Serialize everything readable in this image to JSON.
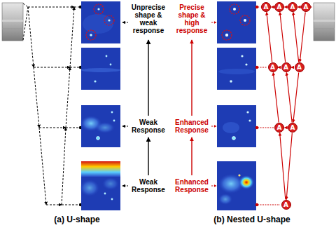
{
  "diagram": {
    "nodes": [
      {
        "text": [
          "A"
        ]
      },
      {
        "text": [
          "A"
        ]
      },
      {
        "text": [
          "A"
        ]
      },
      {
        "text": [
          "A"
        ]
      },
      {
        "text": [
          "A"
        ]
      },
      {
        "text": [
          "A"
        ]
      },
      {
        "text": [
          "A"
        ]
      },
      {
        "text": [
          "A"
        ]
      },
      {
        "text": [
          "A"
        ]
      },
      {
        "text": [
          "A"
        ]
      }
    ],
    "edges": [
      {
        "from": 3,
        "to": 2,
        "arrow": "to"
      },
      {
        "from": 2,
        "to": 1,
        "arrow": "to"
      },
      {
        "from": 1,
        "to": 0,
        "arrow": "to"
      },
      {
        "from": 6,
        "to": 5,
        "arrow": "to"
      },
      {
        "from": 5,
        "to": 4,
        "arrow": "to"
      },
      {
        "from": 8,
        "to": 7,
        "arrow": "to"
      },
      {
        "from": 3,
        "to": 6,
        "arrow": "to"
      },
      {
        "from": 6,
        "to": 8,
        "arrow": "to"
      },
      {
        "from": 8,
        "to": 9,
        "arrow": "to"
      },
      {
        "from": 6,
        "to": 2,
        "arrow": "to"
      },
      {
        "from": 5,
        "to": 1,
        "arrow": "to"
      },
      {
        "from": 4,
        "to": 0,
        "arrow": "to"
      },
      {
        "from": 8,
        "to": 5,
        "arrow": "to"
      },
      {
        "from": 7,
        "to": 4,
        "arrow": "to"
      },
      {
        "from": 9,
        "to": 7,
        "arrow": "to"
      }
    ],
    "labels": [
      "Unprecise shape & weak response",
      "Precise shape & high response",
      "Weak Response",
      "Enhanced Response",
      "Weak Response",
      "Enhanced Response",
      "(a) U-shape",
      "(b) Nested U-shape"
    ]
  }
}
